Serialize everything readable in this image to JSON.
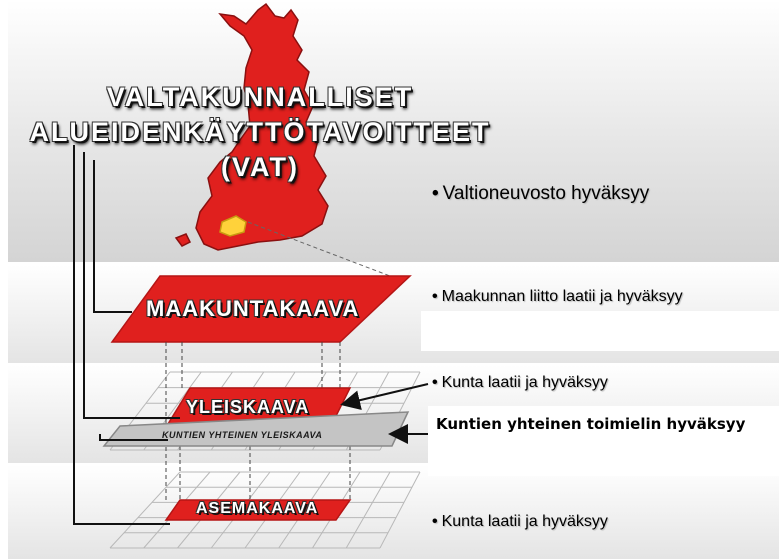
{
  "title": {
    "line1": "VALTAKUNNALLISET",
    "line2": "ALUEIDENKÄYTTÖTAVOITTEET",
    "line3": "(VAT)"
  },
  "plans": {
    "maakuntakaava": "MAAKUNTAKAAVA",
    "yleiskaava": "YLEISKAAVA",
    "yhteinen_yleiskaava": "KUNTIEN YHTEINEN YLEISKAAVA",
    "asemakaava": "ASEMAKAAVA"
  },
  "notes": {
    "vat": "Valtioneuvosto hyväksyy",
    "maakunta": "Maakunnan liitto laatii ja hyväksyy",
    "yleis": "Kunta laatii ja hyväksyy",
    "yhteinen": "Kuntien yhteinen toimielin hyväksyy",
    "asema": "Kunta laatii ja hyväksyy"
  },
  "bullet": "•",
  "colors": {
    "plan_red": "#e0201e",
    "plan_red_dark": "#b51515",
    "map_red": "#e0201e",
    "highlight_yellow": "#ffd23a",
    "grid_gray": "#b8b8b8",
    "shared_plan_gray": "#c4c4c4"
  }
}
